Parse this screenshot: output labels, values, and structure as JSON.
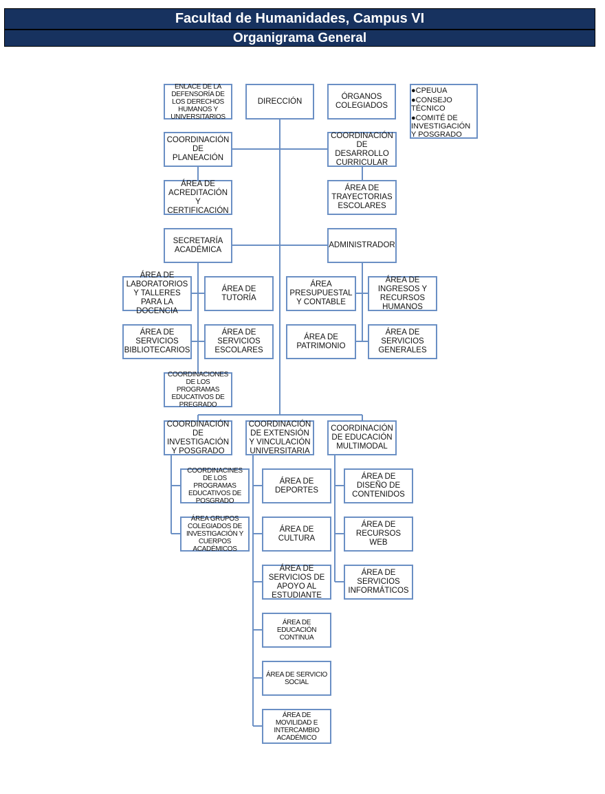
{
  "header": {
    "title": "Facultad de Humanidades, Campus VI",
    "subtitle": "Organigrama General"
  },
  "colors": {
    "header_bg": "#17325f",
    "line": "#6a8fc4"
  },
  "boxes": {
    "enlace": "ENLACE DE LA DEFENSORÍA DE LOS DERECHOS HUMANOS Y UNIVERSITARIOS",
    "direccion": "DIRECCIÓN",
    "organos": "ÓRGANOS COLEGIADOS",
    "coord_planeacion": "COORDINACIÓN DE PLANEACIÓN",
    "coord_desarrollo": "COORDINACIÓN DE DESARROLLO CURRICULAR",
    "acreditacion": "ÁREA DE ACREDITACIÓN Y CERTIFICACIÓN",
    "trayectorias": "ÁREA DE TRAYECTORIAS ESCOLARES",
    "secretaria": "SECRETARÍA ACADÉMICA",
    "administrador": "ADMINISTRADOR",
    "laboratorios": "ÁREA DE LABORATORIOS Y TALLERES PARA LA DOCENCIA",
    "tutoria": "ÁREA DE TUTORÍA",
    "presupuestal": "ÁREA PRESUPUESTAL Y CONTABLE",
    "ingresos": "ÁREA DE INGRESOS Y RECURSOS HUMANOS",
    "bibliotecarios": "ÁREA DE SERVICIOS BIBLIOTECARIOS",
    "escolares": "ÁREA DE SERVICIOS ESCOLARES",
    "patrimonio": "ÁREA DE PATRIMONIO",
    "generales": "ÁREA DE SERVICIOS GENERALES",
    "coord_pregrado": "COORDINACIONES DE LOS PROGRAMAS EDUCATIVOS DE PREGRADO",
    "coord_investigacion": "COORDINACIÓN DE INVESTIGACIÓN Y POSGRADO",
    "coord_extension": "COORDINACIÓN DE EXTENSIÓN Y VINCULACIÓN UNIVERSITARIA",
    "coord_multimodal": "COORDINACIÓN DE EDUCACIÓN MULTIMODAL",
    "coord_posgrado": "COORDINACINES DE LOS PROGRAMAS EDUCATIVOS DE POSGRADO",
    "grupos_colegiados": "ÁREA GRUPOS COLEGIADOS DE INVESTIGACIÓN Y CUERPOS ACADÉMICOS",
    "deportes": "ÁREA DE DEPORTES",
    "diseno": "ÁREA DE DISEÑO DE CONTENIDOS",
    "cultura": "ÁREA DE CULTURA",
    "recursos_web": "ÁREA DE RECURSOS WEB",
    "apoyo_estudiante": "ÁREA DE SERVICIOS DE APOYO AL ESTUDIANTE",
    "informaticos": "ÁREA DE SERVICIOS INFORMÁTICOS",
    "educacion_continua": "ÁREA DE EDUCACIÓN CONTINUA",
    "servicio_social": "ÁREA DE SERVICIO SOCIAL",
    "movilidad": "ÁREA DE MOVILIDAD E INTERCAMBIO ACADÉMICO"
  },
  "organos_list": {
    "bullet": "●",
    "items": [
      "CPEUUA",
      "CONSEJO TÉCNICO",
      "COMITÉ DE INVESTIGACIÓN Y POSGRADO"
    ]
  }
}
